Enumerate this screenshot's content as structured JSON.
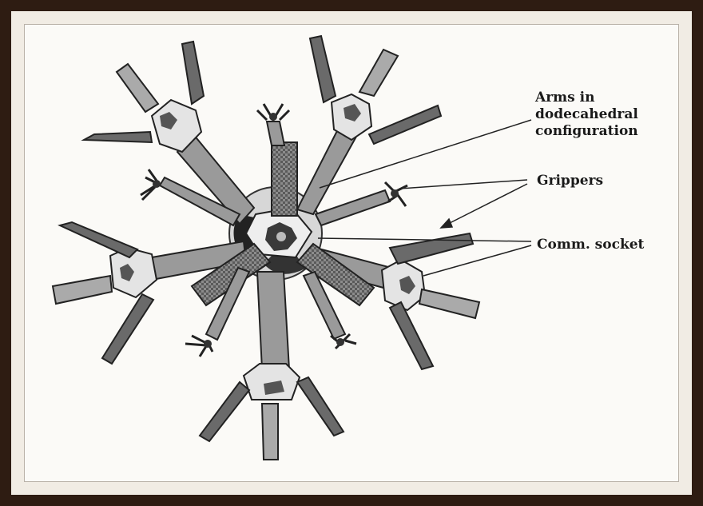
{
  "labels": {
    "arms_line1": "Arms in",
    "arms_line2": "dodecahedral",
    "arms_line3": "configuration",
    "grippers": "Grippers",
    "comm_socket": "Comm. socket"
  }
}
